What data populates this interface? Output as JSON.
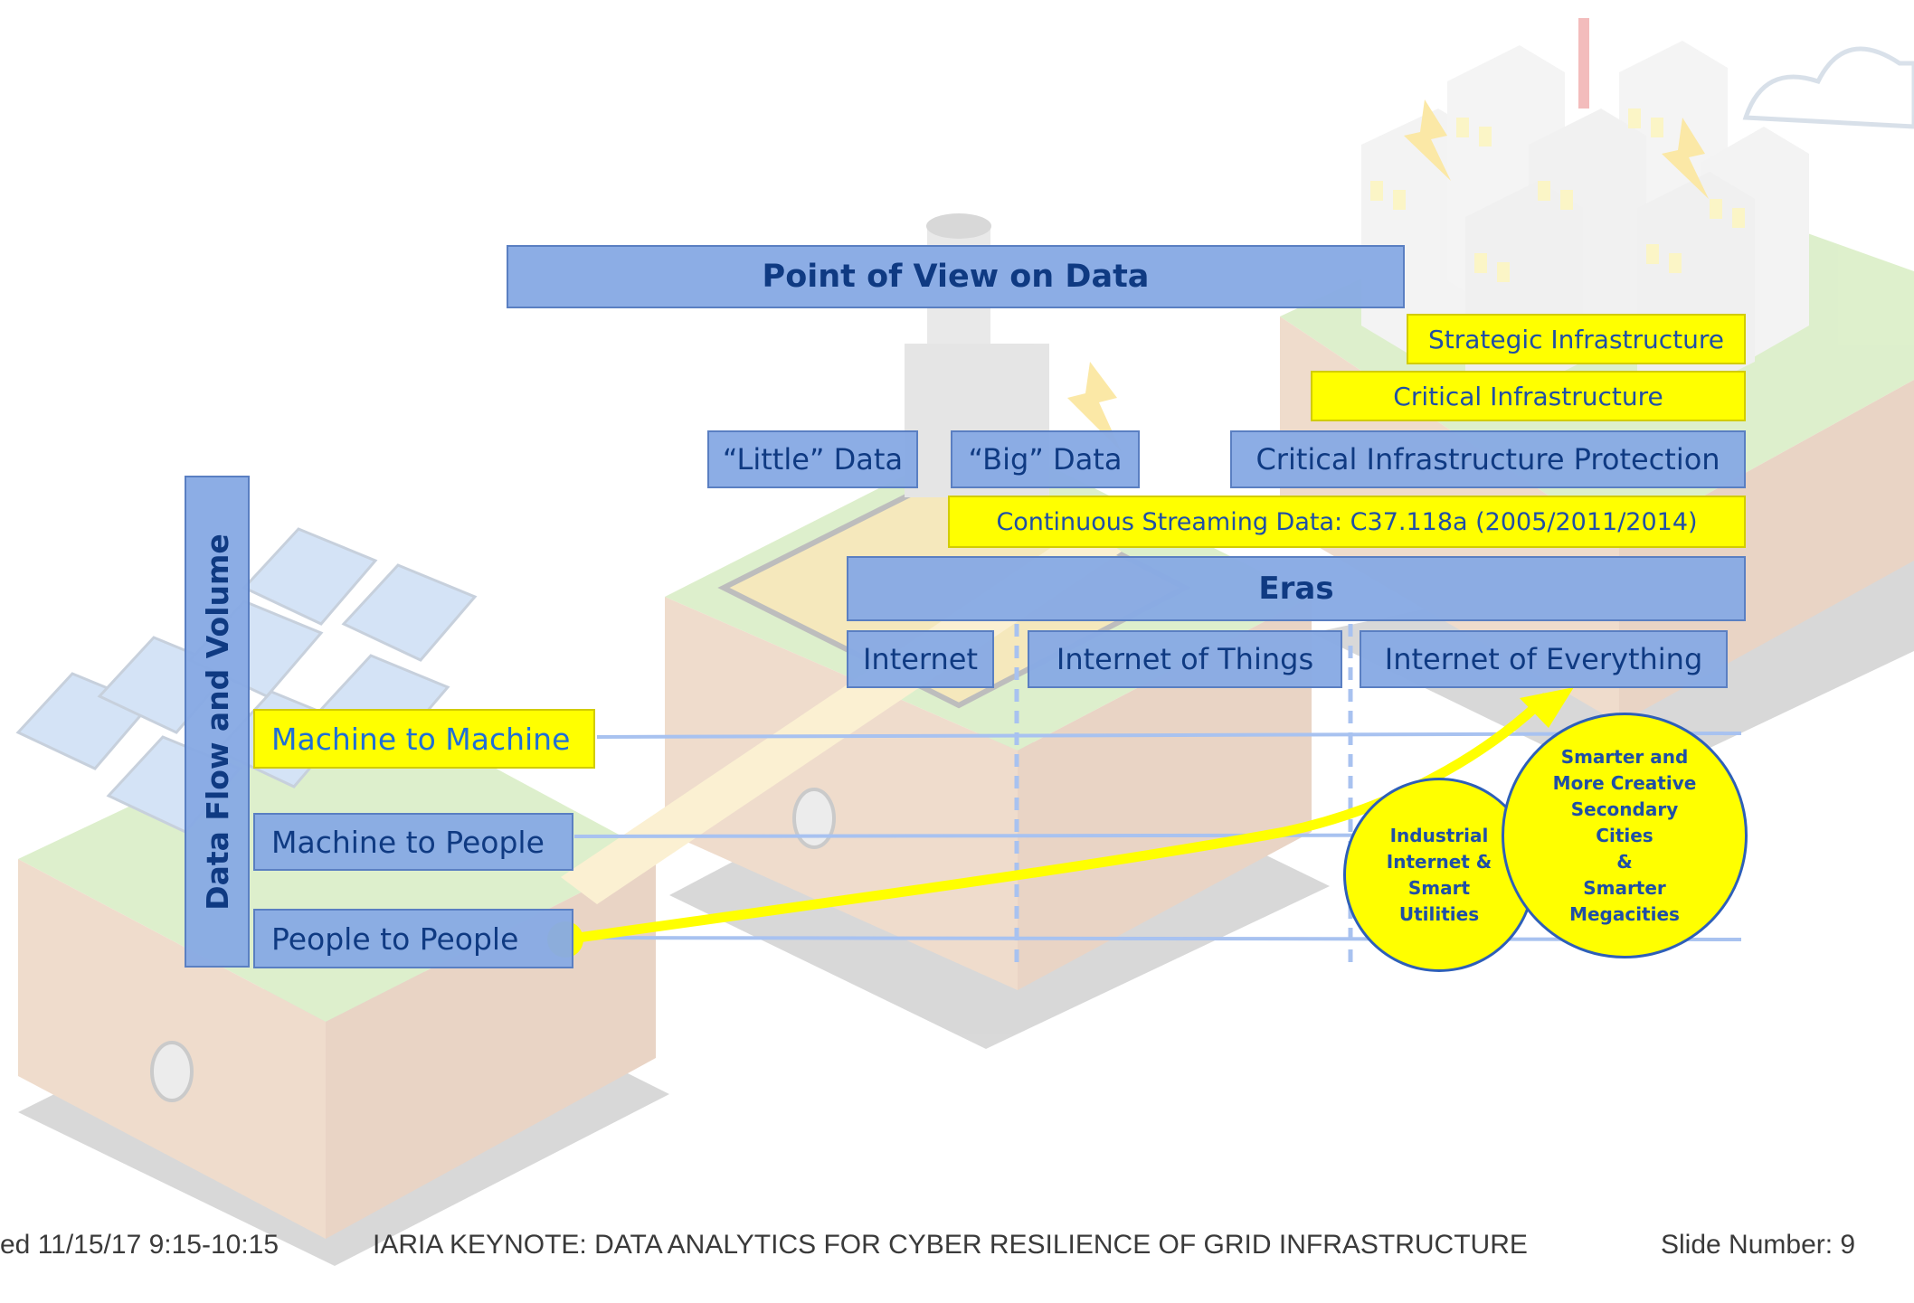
{
  "diagram": {
    "title": "Point of View on Data",
    "vertical_label": "Data Flow and Volume",
    "infrastructure": {
      "strategic": "Strategic Infrastructure",
      "critical": "Critical Infrastructure",
      "protection": "Critical Infrastructure Protection"
    },
    "data_types": {
      "little": "“Little” Data",
      "big": "“Big” Data"
    },
    "streaming": "Continuous Streaming Data: C37.118a (2005/2011/2014)",
    "eras": {
      "label": "Eras",
      "items": [
        "Internet",
        "Internet of Things",
        "Internet of Everything"
      ]
    },
    "flows": [
      "Machine to Machine",
      "Machine to People",
      "People to People"
    ],
    "circles": {
      "industrial": "Industrial\nInternet &\nSmart\nUtilities",
      "smarter": "Smarter and\nMore Creative\nSecondary\nCities\n&\nSmarter\nMegacities"
    },
    "colors": {
      "blue_box": "#87aae4",
      "blue_text": "#0f3a82",
      "yellow_box": "#ffff00",
      "yellow_text": "#1f4fa6",
      "arrow": "#ffff00",
      "grid_line": "#a8c2f0"
    }
  },
  "footer": {
    "date": "ed 11/15/17 9:15-10:15",
    "title": "IARIA KEYNOTE: DATA ANALYTICS FOR CYBER RESILIENCE OF GRID INFRASTRUCTURE",
    "slide_number": "Slide Number: 9"
  }
}
